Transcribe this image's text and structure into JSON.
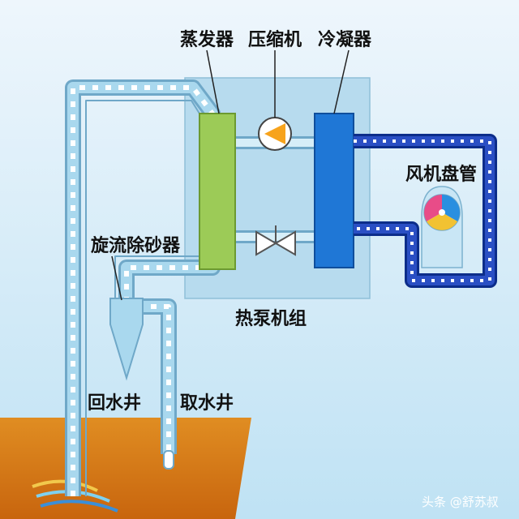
{
  "labels": {
    "evaporator": "蒸发器",
    "compressor": "压缩机",
    "condenser": "冷凝器",
    "fan_coil": "风机盘管",
    "cyclone_sand_remover": "旋流除砂器",
    "heat_pump_unit": "热泵机组",
    "return_well": "回水井",
    "supply_well": "取水井"
  },
  "watermark": "头条 @舒苏叔",
  "colors": {
    "sky_top": "#e8f3fb",
    "sky_bottom": "#bfe1f3",
    "ground": "#d98218",
    "unit_box": "#b9dcef",
    "evaporator": "#9ccb57",
    "condenser": "#1f77d6",
    "pipe_light": "#a9d8ee",
    "pipe_dark": "#1a3aa6",
    "compressor": "#f7a31c"
  }
}
